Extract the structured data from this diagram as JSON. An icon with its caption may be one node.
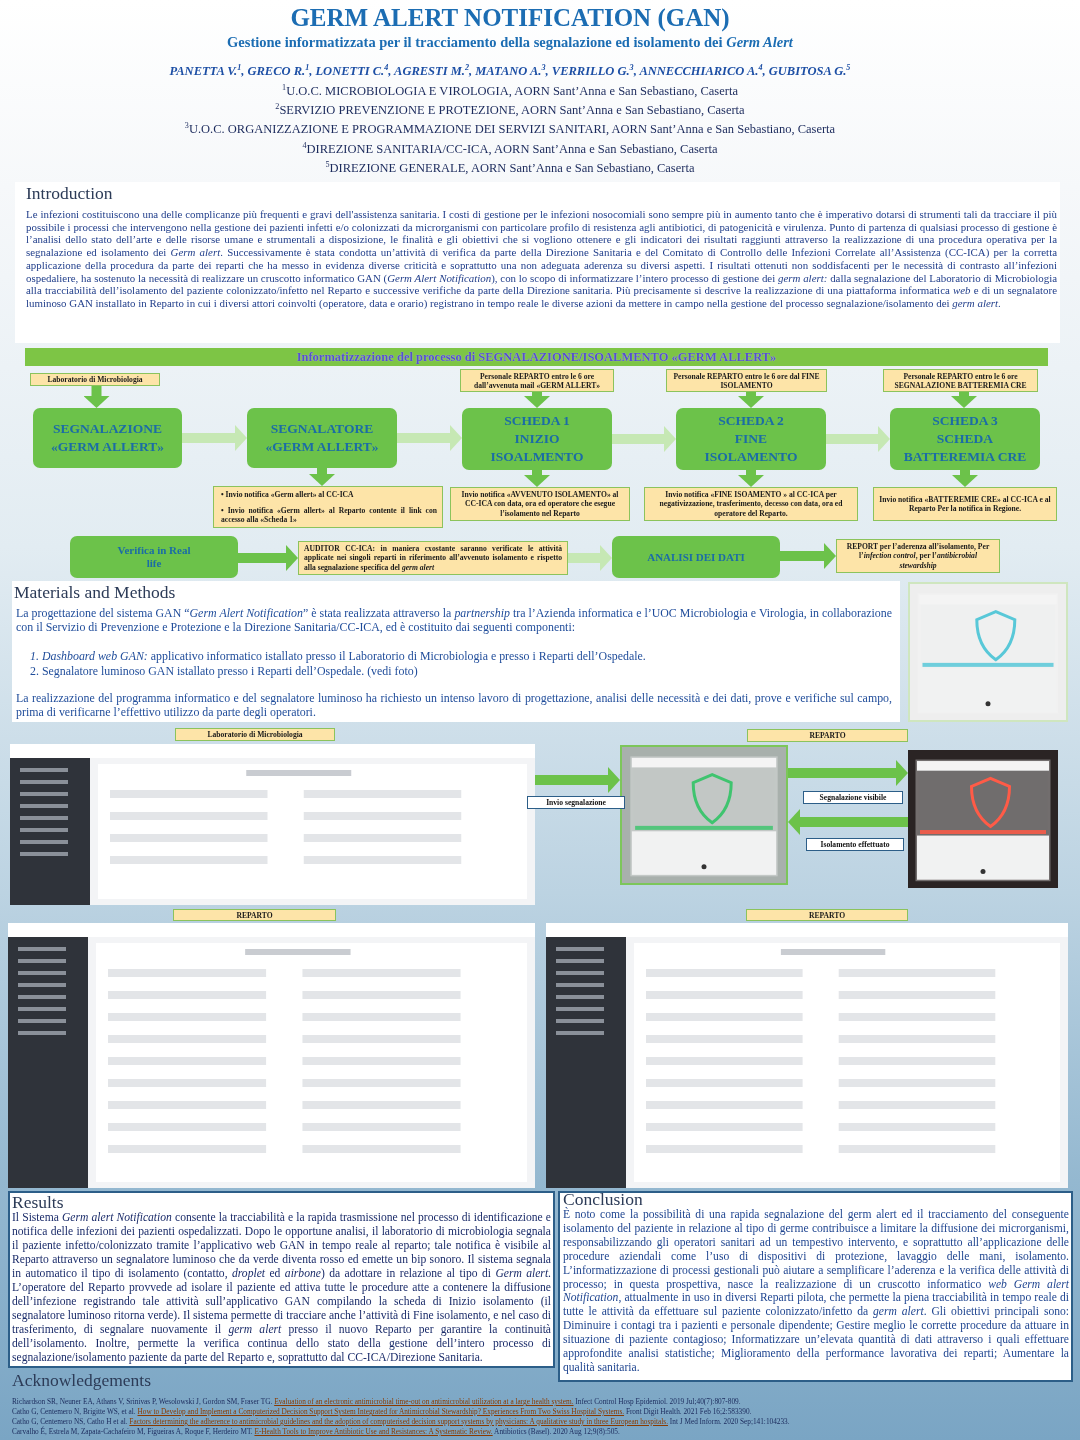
{
  "diagram": {
    "title": "GERM ALERT NOTIFICATION (GAN)",
    "nodes": [
      {
        "text": [
          "Informatizzazione del processo di SEGNALAZIONE/ISOALMENTO «GERM ALLERT»"
        ]
      },
      {
        "text": [
          "Laboratorio di Microbiologia"
        ]
      },
      {
        "text": [
          "SEGNALAZIONE «GERM ALLERT»"
        ]
      },
      {
        "text": [
          "SEGNALATORE «GERM ALLERT»"
        ]
      },
      {
        "text": [
          "Personale REPARTO entro le 6 ore dall’avvenuta mail «GERM ALLERT»"
        ]
      },
      {
        "text": [
          "SCHEDA 1",
          "INIZIO ISOALMENTO"
        ]
      },
      {
        "text": [
          "Personale REPARTO entro le 6 ore dal FINE ISOLAMENTO"
        ]
      },
      {
        "text": [
          "SCHEDA 2",
          "FINE ISOLAMENTO"
        ]
      },
      {
        "text": [
          "Personale REPARTO entro le 6 ore SEGNALAZIONE BATTEREMIA CRE"
        ]
      },
      {
        "text": [
          "SCHEDA 3",
          "SCHEDA BATTEREMIA CRE"
        ]
      },
      {
        "text": [
          "• Invio notifica «Germ allert» al CC-ICA",
          "• Invio notifica «Germ allert» al Reparto contente il link con accesso alla «Scheda 1»"
        ]
      },
      {
        "text": [
          "Invio notifica «AVVENUTO ISOLAMENTO» al CC-ICA con data, ora ed operatore che esegue l’isolamento nel Reparto"
        ]
      },
      {
        "text": [
          "Invio notifica «FINE ISOAMENTO » al CC-ICA per negativizzazione, trasferimento, decesso con data, ora ed operatore del Reparto."
        ]
      },
      {
        "text": [
          "Invio notifica «BATTEREMIE CRE» al CC-ICA e al Reparto Per la notifica in Regione."
        ]
      },
      {
        "text": [
          "Verifica in Real life"
        ]
      },
      {
        "text": [
          "AUDITOR CC-ICA: in maniera cxostante saranno verificate le attività applicate nei singoli reparti in riferimento all’avvenuto isolamento e rispetto alla segnalazione specifica del *germ alert*"
        ]
      },
      {
        "text": [
          "ANALISI DEI DATI"
        ]
      },
      {
        "text": [
          "REPORT per l’aderenza all’isolamento, Per l’*infection control*, per l’*antibicrobial stewardship*"
        ]
      },
      {
        "text": [],
        "shape": "picture"
      },
      {
        "text": [
          "Laboratorio di Microbiologia"
        ]
      },
      {
        "text": [],
        "shape": "picture"
      },
      {
        "text": [
          "REPARTO"
        ]
      },
      {
        "text": [],
        "shape": "picture"
      },
      {
        "text": [],
        "shape": "picture"
      },
      {
        "text": [
          "REPARTO"
        ]
      },
      {
        "text": [],
        "shape": "picture"
      },
      {
        "text": [
          "REPARTO"
        ]
      },
      {
        "text": [],
        "shape": "picture"
      }
    ],
    "edges": [
      {
        "from": 1,
        "to": 2,
        "arrow": "to"
      },
      {
        "from": 2,
        "to": 3,
        "arrow": "to",
        "color": "#c6e8b4"
      },
      {
        "from": 3,
        "to": 5,
        "arrow": "to",
        "color": "#c6e8b4"
      },
      {
        "from": 5,
        "to": 7,
        "arrow": "to",
        "color": "#c6e8b4"
      },
      {
        "from": 7,
        "to": 9,
        "arrow": "to",
        "color": "#c6e8b4"
      },
      {
        "from": 4,
        "to": 5,
        "arrow": "to"
      },
      {
        "from": 6,
        "to": 7,
        "arrow": "to"
      },
      {
        "from": 8,
        "to": 9,
        "arrow": "to"
      },
      {
        "from": 3,
        "to": 10,
        "arrow": "to"
      },
      {
        "from": 5,
        "to": 11,
        "arrow": "to"
      },
      {
        "from": 7,
        "to": 12,
        "arrow": "to"
      },
      {
        "from": 9,
        "to": 13,
        "arrow": "to"
      },
      {
        "from": 14,
        "to": 15,
        "arrow": "to"
      },
      {
        "from": 15,
        "to": 16,
        "arrow": "to",
        "color": "#c6e8b4"
      },
      {
        "from": 16,
        "to": 17,
        "arrow": "to"
      },
      {
        "from": 20,
        "to": 22,
        "arrow": "to",
        "label": "Invio segnalazione"
      },
      {
        "from": 22,
        "to": 23,
        "arrow": "to",
        "label": "Segnalazione visibile"
      },
      {
        "from": 23,
        "to": 22,
        "arrow": "to",
        "label": "Isolamento effettuato"
      }
    ],
    "labels": [
      "Gestione informatizzata per il tracciamento della segnalazione ed isolamento dei *Germ Alert*",
      "PANETTA V.$^{1}$, GRECO R.$^{1}$, LONETTI C.$^{4}$, AGRESTI M.$^{2}$, MATANO A.$^{3}$, VERRILLO G.$^{3}$, ANNECCHIARICO A.$^{4}$, GUBITOSA G.$^{5}$",
      "$^{1}$U.O.C. MICROBIOLOGIA E VIROLOGIA, AORN Sant’Anna e San Sebastiano, Caserta",
      "$^{2}$SERVIZIO PREVENZIONE E PROTEZIONE, AORN Sant’Anna e San Sebastiano, Caserta",
      "$^{3}$U.O.C. ORGANIZZAZIONE E PROGRAMMAZIONE DEI SERVIZI SANITARI, AORN Sant’Anna e San Sebastiano, Caserta",
      "$^{4}$DIREZIONE SANITARIA/CC-ICA, AORN Sant’Anna e San Sebastiano, Caserta",
      "$^{5}$DIREZIONE GENERALE, AORN Sant’Anna e San Sebastiano, Caserta",
      "Introduction",
      "Le infezioni costituiscono una delle complicanze più frequenti e gravi dell'assistenza sanitaria. I costi di gestione per le infezioni nosocomiali sono sempre più in aumento tanto che è imperativo dotarsi di strumenti tali da tracciare il più possibile i processi che intervengono nella gestione dei pazienti infetti e/o colonizzati da microrganismi con particolare profilo di resistenza agli antibiotici, di patogenicità e virulenza. Punto di partenza di qualsiasi processo di gestione è l’analisi dello stato dell’arte e delle risorse umane e strumentali a disposizione, le finalità e gli obiettivi che si vogliono ottenere e gli indicatori dei risultati raggiunti attraverso la realizzazione di una procedura operativa per la segnalazione ed isolamento dei *Germ alert*. Successivamente è stata condotta un’attività di verifica da parte della Direzione Sanitaria e del Comitato di Controllo delle Infezioni Correlate all’Assistenza (CC-ICA) per la corretta applicazione della procedura da parte dei reparti che ha messo in evidenza diverse criticità e soprattutto una non adeguata aderenza su diversi aspetti. I risultati ottenuti non soddisfacenti per le necessità di contrasto all’infezioni ospedaliere, ha sostenuto la necessità di realizzare un cruscotto informatico GAN (*Germ Alert Notification*), con lo scopo di informatizzare l’intero processo di gestione dei *germ alert:* dalla segnalazione del Laboratorio di Microbiologia alla tracciabilità dell’isolamento del paziente colonizzato/infetto nel Reparto e successive verifiche da parte della Direzione sanitaria. Più precisamente si descrive la realizzazione di una piattaforma informatica *web* e di un segnalatore luminoso GAN installato in Reparto in cui i diversi attori coinvolti (operatore, data e orario) registrano in tempo reale le diverse azioni da mettere in campo nella gestione del processo segnalazione/isolamento dei *germ alert*.",
      "Materials and Methods",
      "La progettazione del sistema GAN “*Germ Alert Notification*” è stata realizzata attraverso la *partnership* tra l’Azienda informatica e l’UOC Microbiologia e Virologia, in collaborazione con il Servizio di Prevenzione e Protezione e la Direzione Sanitaria/CC-ICA, ed è costituito dai seguenti componenti:",
      "*1. Dashboard web GAN:* applicativo informatico istallato presso il Laboratorio di Microbiologia e presso i Reparti dell’Ospedale.",
      "2. Segnalatore luminoso GAN istallato presso i Reparti dell’Ospedale. (vedi foto)",
      "La realizzazione del programma informatico e del segnalatore luminoso ha richiesto un intenso lavoro di progettazione, analisi delle necessità e dei dati, prove e verifiche sul campo, prima di verificarne l’effettivo utilizzo da parte degli operatori.",
      "Results",
      "Il Sistema *Germ alert Notification* consente la tracciabilità e la rapida trasmissione nel processo di identificazione e notifica delle infezioni dei pazienti ospedalizzati. Dopo le opportune analisi, il laboratorio di microbiologia segnala il paziente infetto/colonizzato tramite l’applicativo web GAN in tempo reale al reparto; tale notifica è visibile al Reparto attraverso un segnalatore luminoso che da verde diventa rosso ed emette un bip sonoro. Il sistema segnala in automatico il tipo di isolamento (contatto, *droplet* ed *airbone*) da adottare in relazione al tipo di *Germ alert*. L’operatore del Reparto provvede ad isolare il paziente ed attiva tutte le procedure atte a contenere la diffusione dell’infezione registrando tale attività sull’applicativo GAN compilando la scheda di Inizio isolamento (il segnalatore luminoso ritorna verde). Il sistema permette di tracciare anche l’attività di Fine isolamento, e nel caso di trasferimento, di segnalare nuovamente il *germ alert* presso il nuovo Reparto per garantire la continuità dell’isolamento. Inoltre, permette la verifica continua dello stato della gestione dell’intero processo di segnalazione/isolamento paziente da parte del Reparto e, soprattutto dal CC-ICA/Direzione Sanitaria.",
      "Conclusion",
      "È noto come la possibilità di una rapida segnalazione del germ alert ed il tracciamento del conseguente isolamento del paziente in relazione al tipo di germe contribuisce a limitare la diffusione dei microrganismi, responsabilizzando gli operatori sanitari ad un tempestivo intervento, e soprattutto all’applicazione delle procedure aziendali come l’uso di dispositivi di protezione, lavaggio delle mani, isolamento. L’informatizzazione di processi gestionali può aiutare a semplificare l’aderenza e la verifica delle attività di processo; in questa prospettiva, nasce la realizzazione di un cruscotto informatico *web Germ alert Notification*, attualmente in uso in diversi Reparti pilota, che permette la piena tracciabilità in tempo reale di tutte le attività da effettuare sul paziente colonizzato/infetto da *germ alert*. Gli obiettivi principali sono: Diminuire i contagi tra i pazienti e personale dipendente; Gestire meglio le corrette procedure da attuare in situazione di paziente contagioso; Informatizzare un’elevata quantità di dati attraverso i quali effettuare approfondite analisi statistiche; Miglioramento della performance lavorativa dei reparti; Aumentare la qualità sanitaria.",
      "Acknowledgements",
      "Richardson SR, Neuner EA, Athans V, Srinivas P, Wesolowski J, Gordon SM, Fraser TG.",
      "Evaluation of an electronic antimicrobial time-out on antimicrobial utilization at a large health system.",
      "Infect Control Hosp Epidemiol. 2019 Jul;40(7):807-809.",
      "Catho G, Centemero N, Brigitte WS, et al.",
      "How to Develop and Implement a Computerized Decision Support System Integrated for Antimicrobial Stewardship? Experiences From Two Swiss Hospital Systems.",
      "Front Digit Health. 2021 Feb 16;2:583390.",
      "Catho G, Centemero NS, Catho H et al.",
      "Factors determining the adherence to antimicrobial guidelines and the adoption of computerised decision support systems by physicians: A qualitative study in three European hospitals.",
      "Int J Med Inform. 2020 Sep;141:104233.",
      "Carvalho É, Estrela M, Zapata-Cachafeiro M, Figueiras A, Roque F, Herdeiro MT.",
      "E-Health Tools to Improve Antibiotic Use and Resistances: A Systematic Review.",
      "Antibiotics (Basel). 2020 Aug 12;9(8):505."
    ]
  }
}
